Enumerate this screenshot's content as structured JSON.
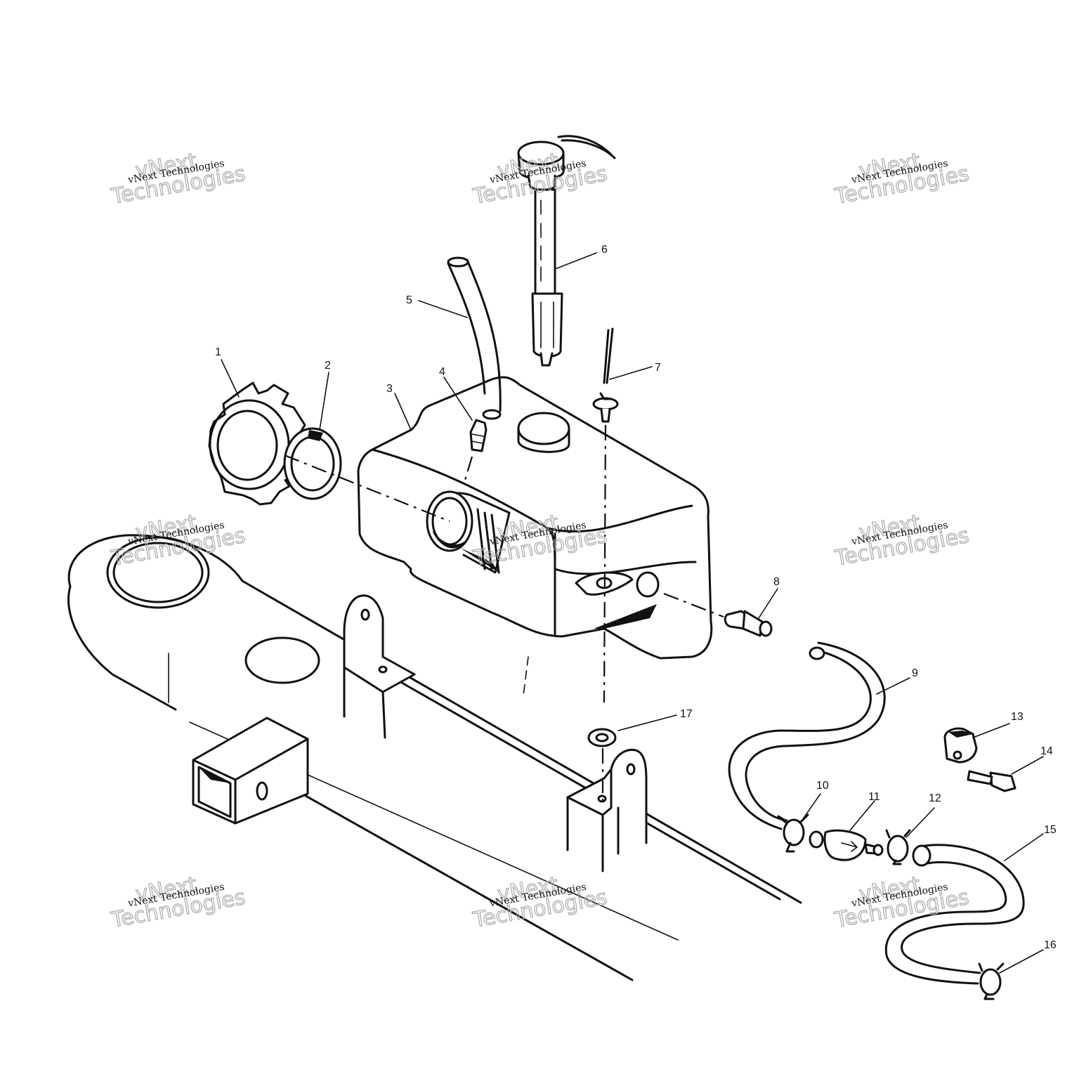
{
  "watermark": {
    "line_small": "vNext Technologies",
    "line_big_1": "vNext",
    "line_big_2": "Technologies"
  },
  "callouts": [
    "1",
    "2",
    "3",
    "4",
    "5",
    "6",
    "7",
    "8",
    "9",
    "10",
    "11",
    "12",
    "13",
    "14",
    "15",
    "16",
    "17"
  ]
}
